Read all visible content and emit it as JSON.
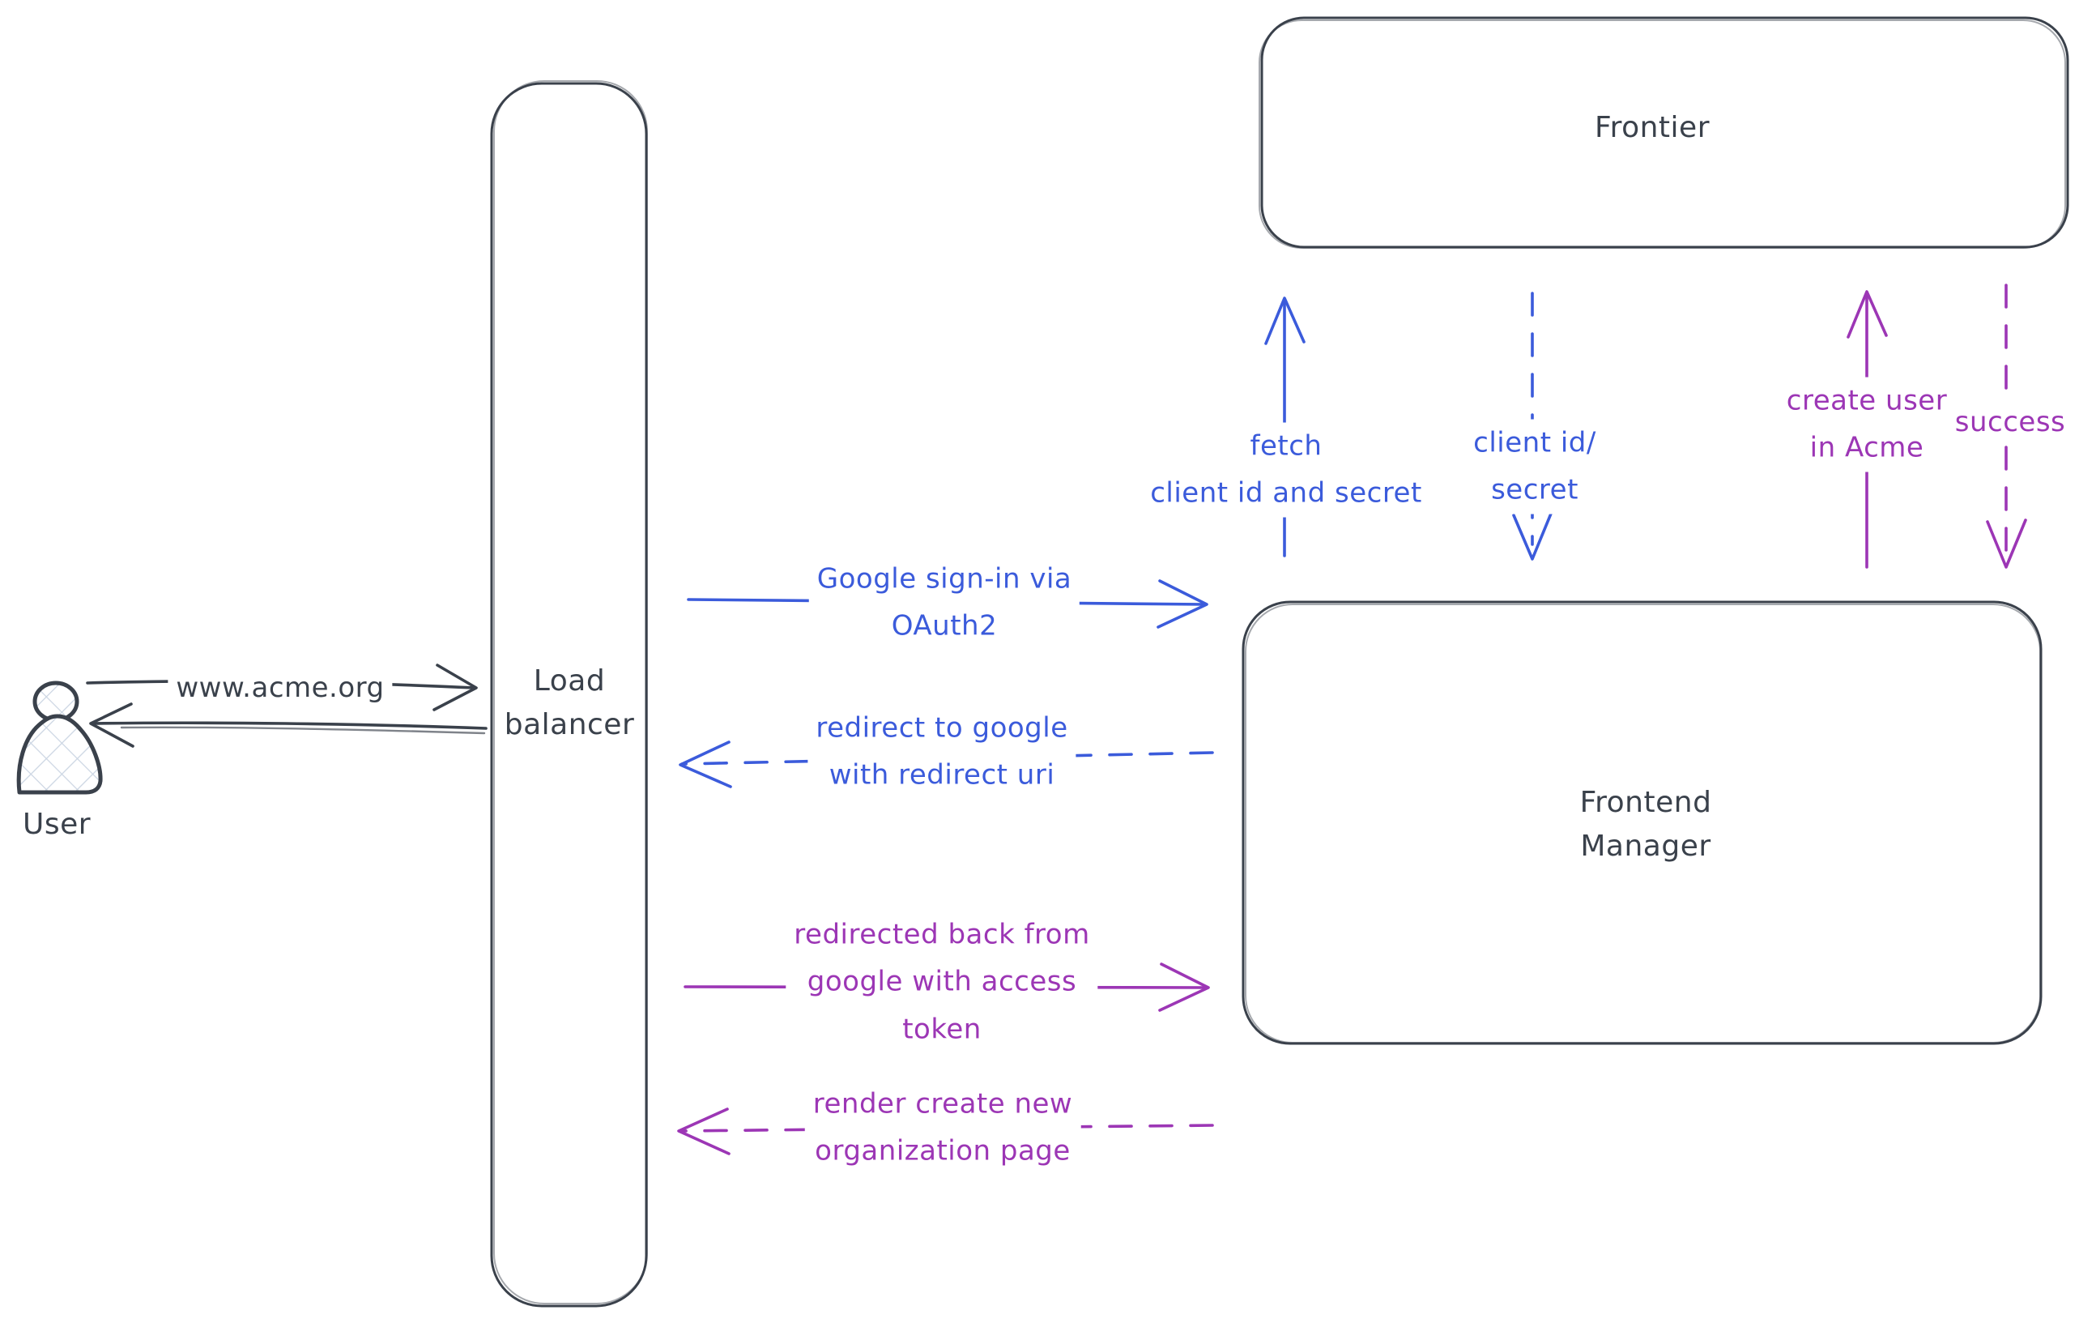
{
  "title": "Acme sign-in flow diagram",
  "colors": {
    "ink": "#3a414b",
    "blue": "#3b5bdb",
    "purple": "#9c36b5",
    "hatch": "#ccd6e3"
  },
  "nodes": {
    "user": {
      "label": "User"
    },
    "load_balancer": {
      "label": "Load\nbalancer"
    },
    "frontier": {
      "label": "Frontier"
    },
    "frontend_manager": {
      "label": "Frontend\nManager"
    }
  },
  "edges": {
    "www_request": {
      "label": "www.acme.org",
      "color": "ink",
      "line": "solid",
      "direction": "right"
    },
    "www_response": {
      "label": "",
      "color": "ink",
      "line": "solid",
      "direction": "left"
    },
    "google_signin": {
      "label": "Google sign-in via\nOAuth2",
      "color": "blue",
      "line": "solid",
      "direction": "right"
    },
    "redirect_google": {
      "label": "redirect to google\nwith redirect uri",
      "color": "blue",
      "line": "dashed",
      "direction": "left"
    },
    "fetch_creds": {
      "label": "fetch\nclient id and secret",
      "color": "blue",
      "line": "solid",
      "direction": "up"
    },
    "client_id_secret": {
      "label": "client id/\nsecret",
      "color": "blue",
      "line": "dashed",
      "direction": "down"
    },
    "create_user": {
      "label": "create user\nin Acme",
      "color": "purple",
      "line": "solid",
      "direction": "up"
    },
    "success": {
      "label": "success",
      "color": "purple",
      "line": "dashed",
      "direction": "down"
    },
    "redirected_back": {
      "label": "redirected back from\ngoogle with access\ntoken",
      "color": "purple",
      "line": "solid",
      "direction": "right"
    },
    "render_org_page": {
      "label": "render create new\norganization page",
      "color": "purple",
      "line": "dashed",
      "direction": "left"
    }
  }
}
